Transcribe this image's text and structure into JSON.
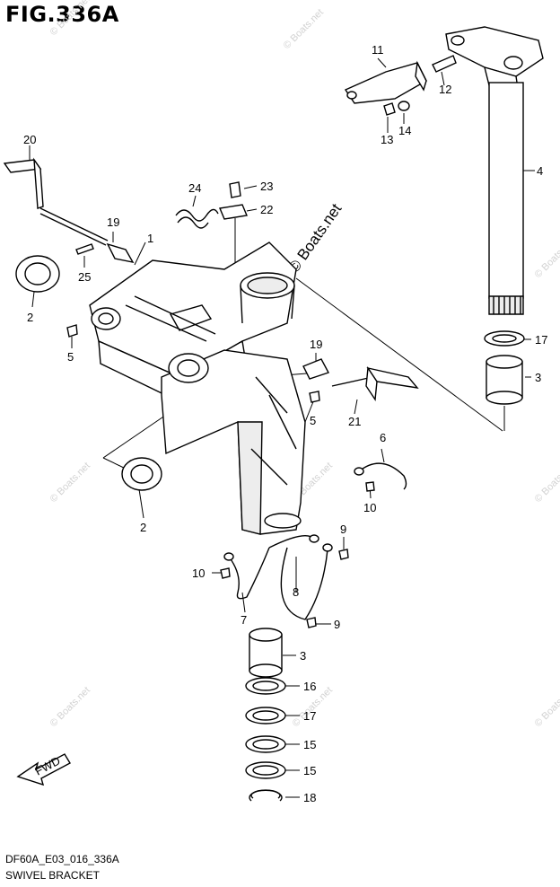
{
  "figure": {
    "title": "FIG.336A",
    "code": "DF60A_E03_016_336A",
    "caption": "SWIVEL BRACKET"
  },
  "watermark": {
    "main": "© Boats.net",
    "small": "© Boats.net"
  },
  "fwd_label": "FWD",
  "callouts": [
    "1",
    "2",
    "2",
    "3",
    "3",
    "4",
    "5",
    "5",
    "6",
    "7",
    "8",
    "9",
    "9",
    "10",
    "10",
    "11",
    "12",
    "13",
    "14",
    "15",
    "15",
    "16",
    "17",
    "17",
    "18",
    "19",
    "19",
    "20",
    "21",
    "22",
    "23",
    "24",
    "25"
  ]
}
